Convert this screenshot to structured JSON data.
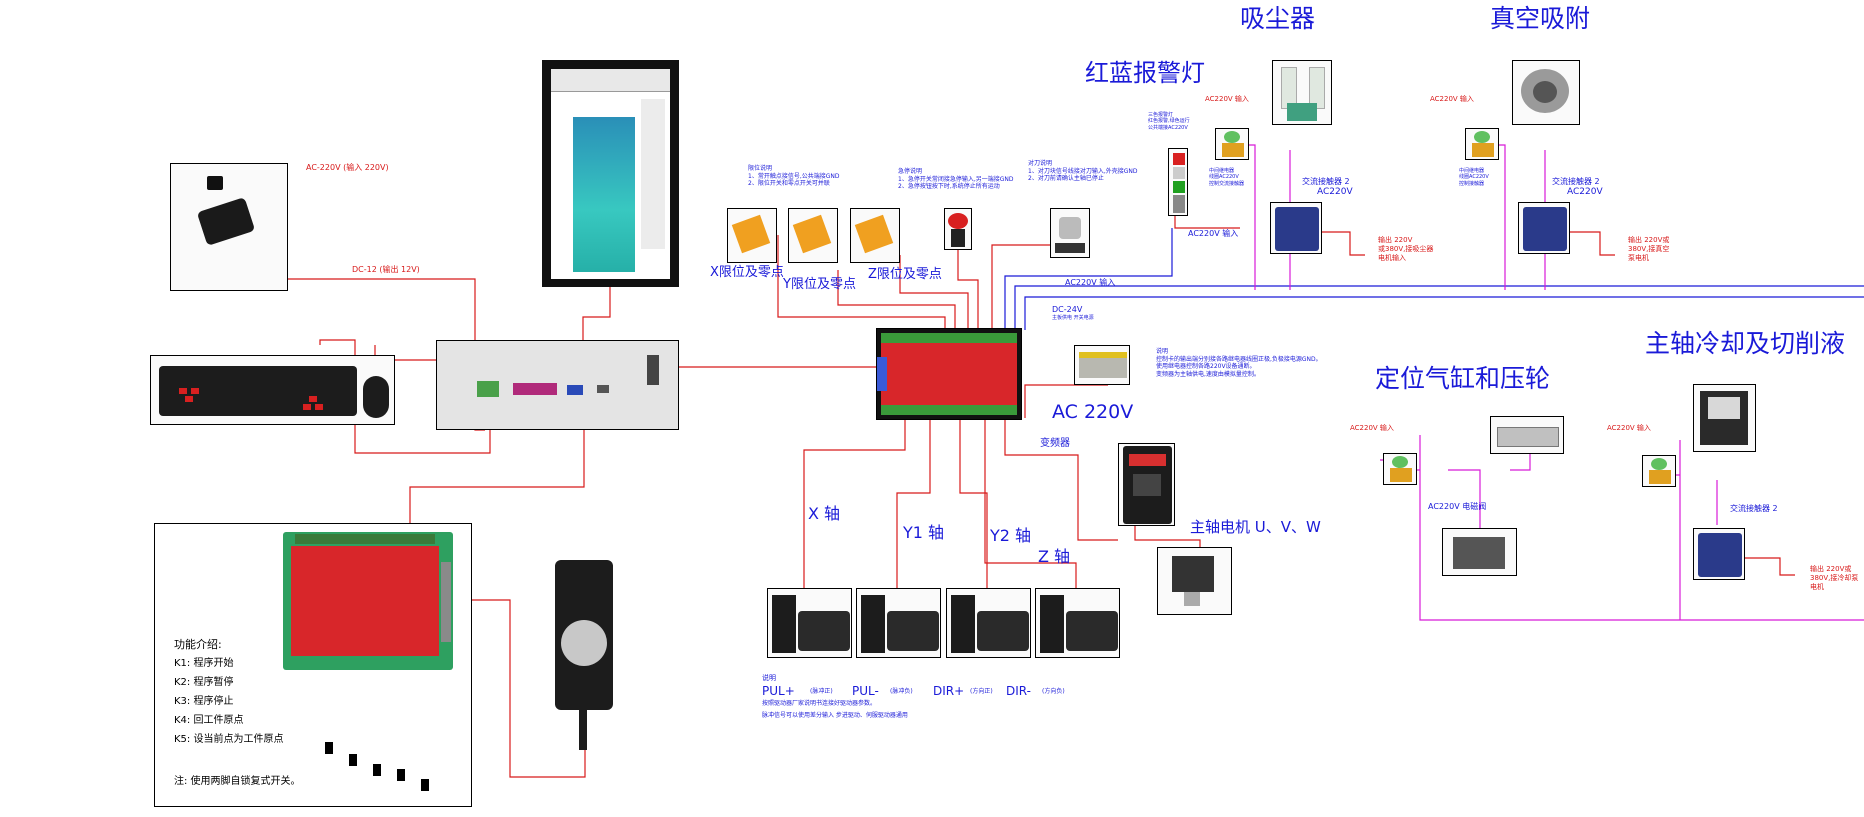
{
  "titles": {
    "dust_collector": "吸尘器",
    "vacuum_suction": "真空吸附",
    "alarm_light": "红蓝报警灯",
    "positioning_cylinder": "定位气缸和压轮",
    "spindle_cooling": "主轴冷却及切削液"
  },
  "power": {
    "adapter_ac_label": "AC-220V (输入 220V)",
    "adapter_dc_label": "DC-12 (输出 12V)",
    "ac220v_big": "AC 220V",
    "dc24v_label": "DC-24V",
    "dc24v_note": "主板供电 开关电源",
    "ac220v_bus": "AC220V 输入",
    "ac220v_alarm": "AC220V 输入"
  },
  "limit_switches": {
    "x": "X限位及零点",
    "y": "Y限位及零点",
    "z": "Z限位及零点",
    "notes_left": [
      "限位说明",
      "1、常开触点接信号,公共端接GND",
      "2、限位开关和零点开关可并联"
    ],
    "notes_estop": [
      "急停说明",
      "1、急停开关常闭接急停输入,另一端接GND",
      "2、急停按钮按下时,系统停止所有运动"
    ],
    "notes_probe": [
      "对刀说明",
      "1、对刀块信号线接对刀输入,外壳接GND",
      "2、对刀前请确认主轴已停止"
    ]
  },
  "axes": {
    "x": "X 轴",
    "y1": "Y1 轴",
    "y2": "Y2 轴",
    "z": "Z 轴"
  },
  "spindle": {
    "vfd": "变频器",
    "motor": "主轴电机 U、V、W"
  },
  "driver_notes": {
    "heading": "说明",
    "signals": [
      "PUL+",
      "(脉冲正)",
      "PUL-",
      "(脉冲负)",
      "DIR+",
      "(方向正)",
      "DIR-",
      "(方向负)"
    ],
    "line1": "按照驱动器厂家说明书连接好驱动器参数。",
    "line2": "脉冲信号可以使用差分输入    步进驱动、伺服驱动器通用"
  },
  "board_notes": {
    "heading": "说明",
    "lines": [
      "控制卡的输出端分别接各路继电器线圈正极,负极接电源GND。",
      "使用继电器控制各路220V设备通断。",
      "变频器为主轴供电,速度由模拟量控制。"
    ]
  },
  "handwheel_panel": {
    "title": "功能介绍:",
    "items": [
      "K1: 程序开始",
      "K2: 程序暂停",
      "K3: 程序停止",
      "K4: 回工件原点",
      "K5: 设当前点为工件原点"
    ],
    "footnote": "注: 使用两脚自锁复式开关。"
  },
  "relay_groups": {
    "dust": {
      "ac_in": "AC220V 输入",
      "contactor": "交流接触器 2",
      "ac_coil": "AC220V",
      "output": [
        "输出 220V",
        "或380V,接吸尘器",
        "电机输入"
      ],
      "notes": [
        "中间继电器",
        "线圈AC220V",
        "控制交流接触器"
      ]
    },
    "vacuum": {
      "ac_in": "AC220V 输入",
      "contactor": "交流接触器 2",
      "ac_coil": "AC220V",
      "output": [
        "输出 220V或",
        "380V,接真空",
        "泵电机"
      ],
      "notes": [
        "中间继电器",
        "线圈AC220V",
        "控制接触器"
      ]
    },
    "cylinder": {
      "ac_in": "AC220V 输入",
      "valve_coil": "AC220V 电磁阀"
    },
    "coolant": {
      "ac_in": "AC220V 输入",
      "contactor": "交流接触器 2",
      "output": [
        "输出 220V或",
        "380V,接冷却泵",
        "电机"
      ]
    }
  },
  "alarm_light_notes": [
    "三色报警灯",
    "红色报警,绿色运行",
    "公共端接AC220V"
  ],
  "colors": {
    "signal_red": "#d81a1a",
    "bus_blue": "#1a1ad8",
    "bus_magenta": "#d81ad8",
    "text_blue": "#1a1ad8"
  }
}
